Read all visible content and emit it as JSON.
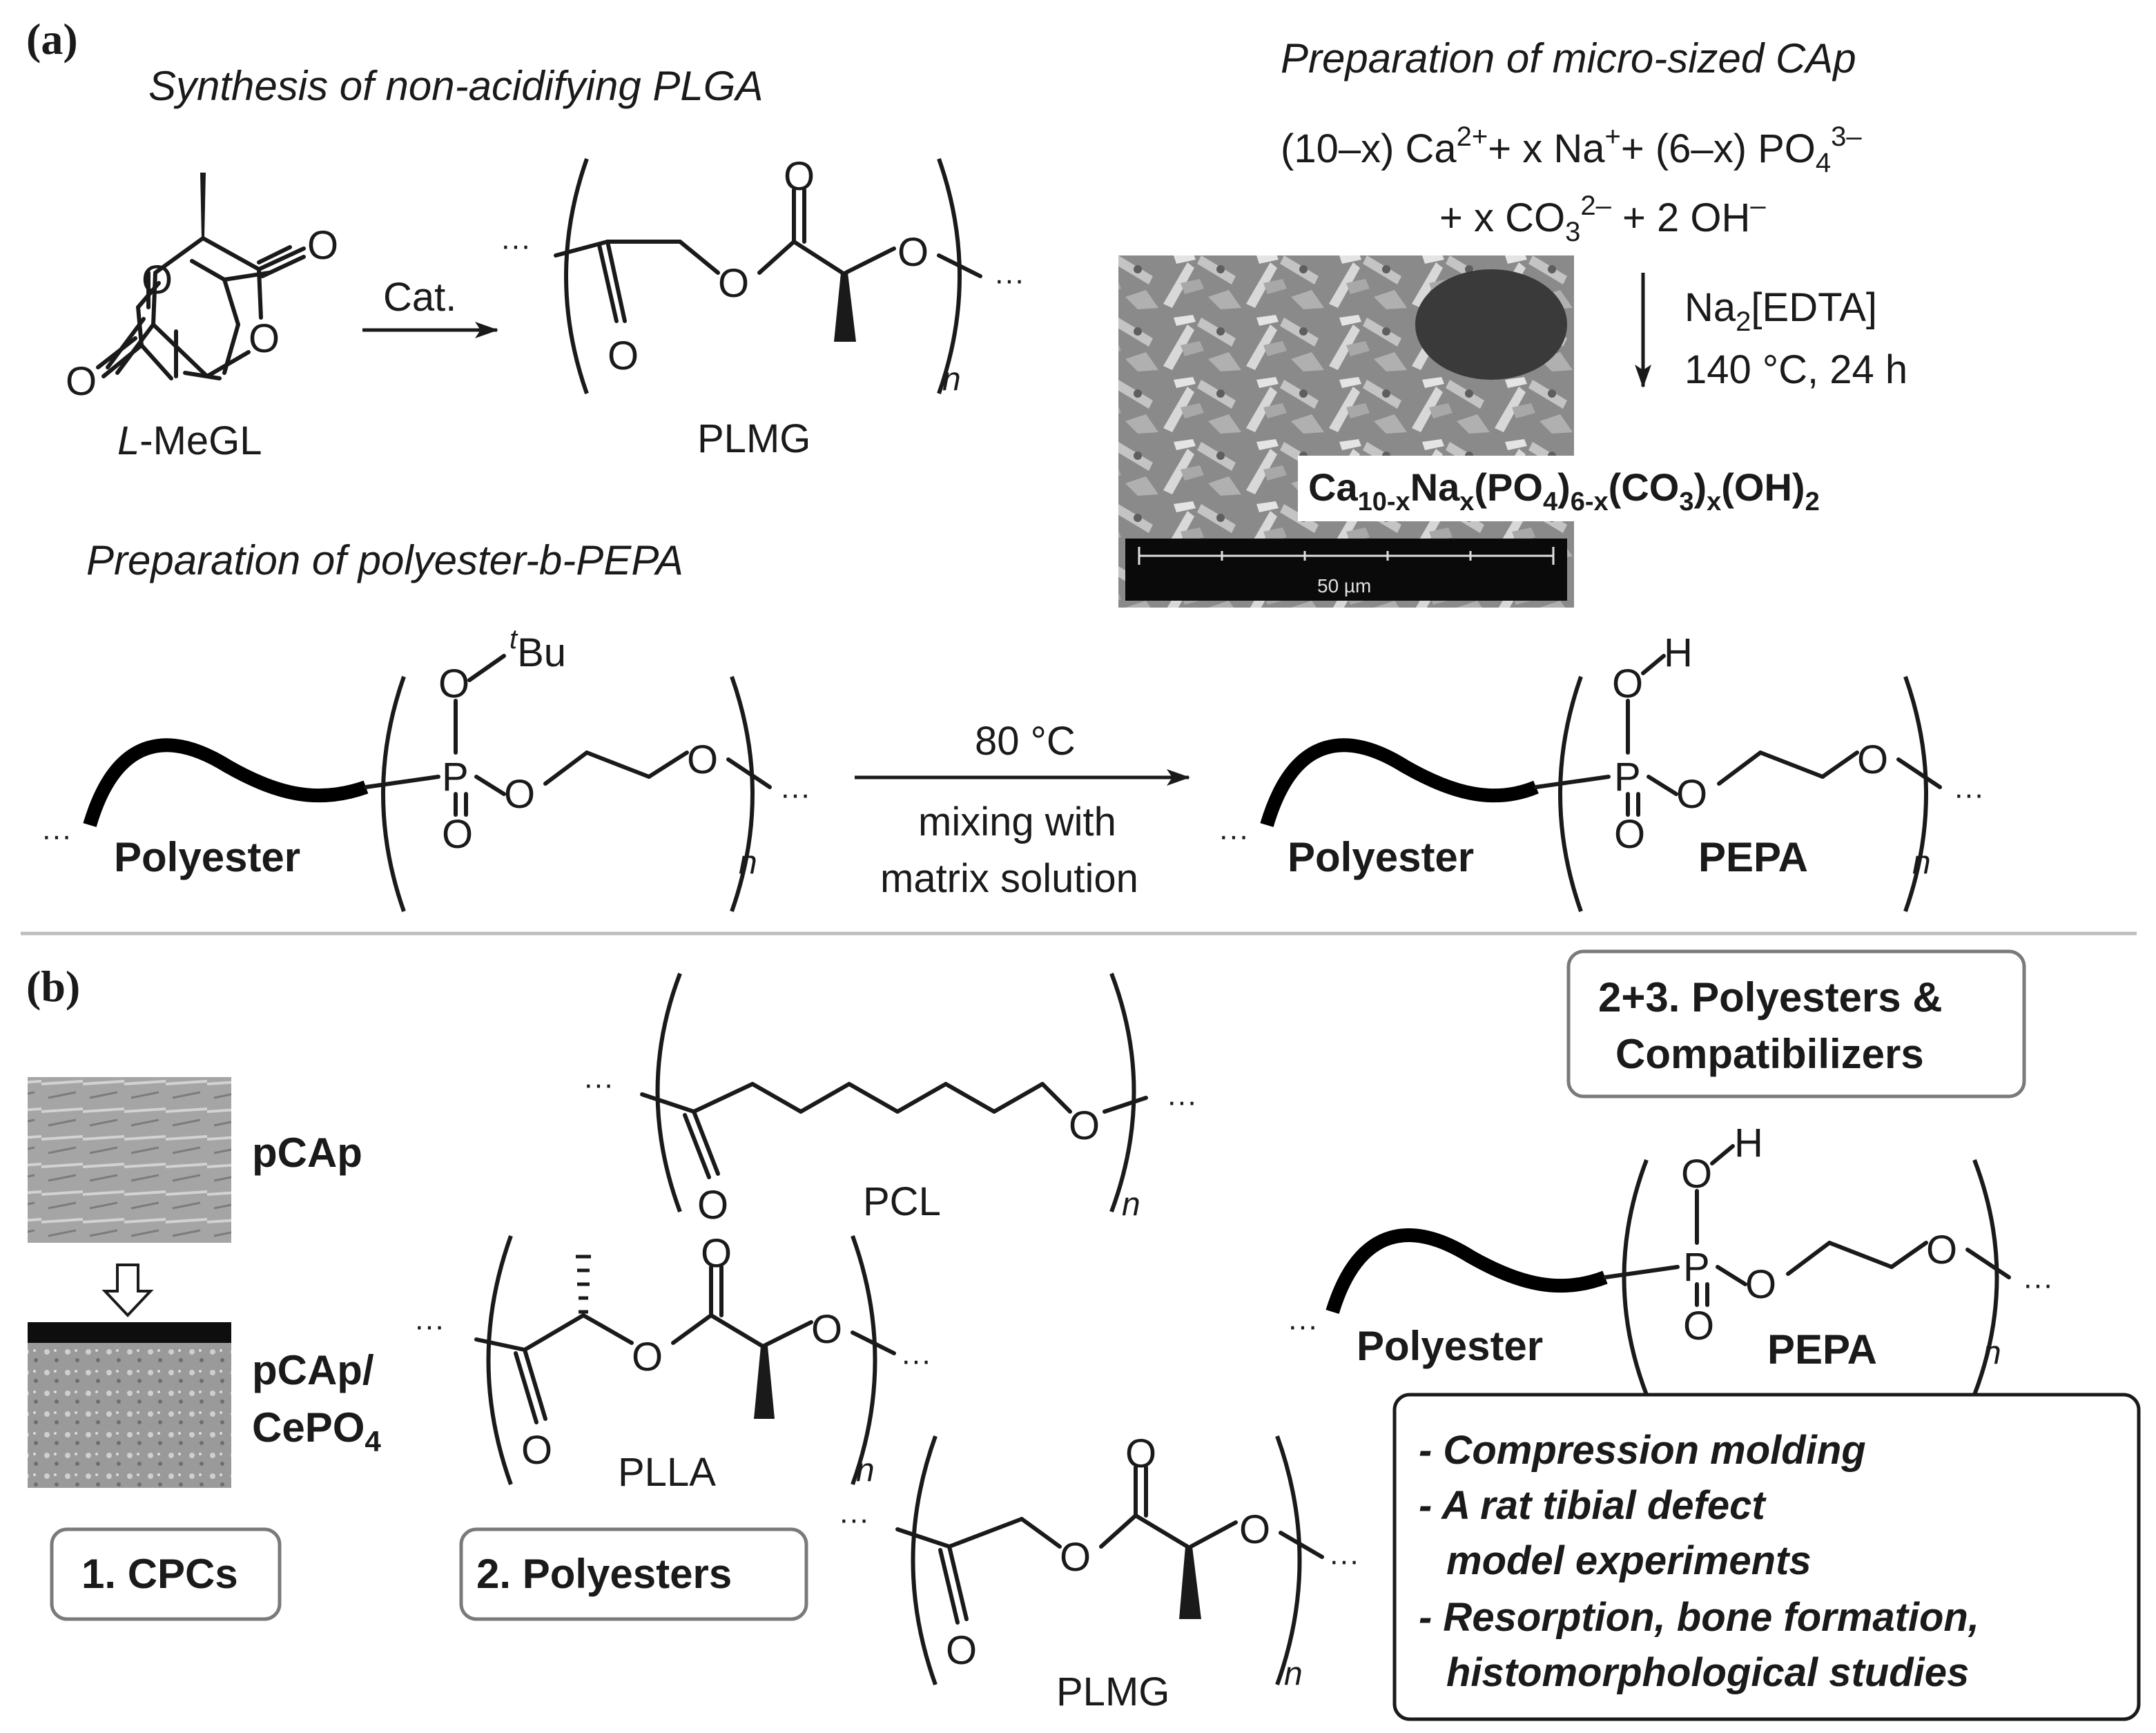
{
  "panel_a": {
    "label": "(a)",
    "plga": {
      "heading": "Synthesis of non-acidifying PLGA",
      "monomer_label": "L-MeGL",
      "monomer_label_italic_prefix": "L",
      "monomer_label_rest": "-MeGL",
      "catalyst_label": "Cat.",
      "polymer_label": "PLMG",
      "repeat_n": "n"
    },
    "cap": {
      "heading": "Preparation of micro-sized CAp",
      "equation_line1": "(10–x) Ca2++ x Na++ (6–x) PO43–",
      "equation_line2": "+ x CO32– + 2 OH–",
      "reagent": "Na2[EDTA]",
      "conditions": "140 °C, 24 h",
      "product_formula": "Ca10-xNax(PO4)6-x(CO3)x(OH)2",
      "scale_bar_label": "50 µm"
    },
    "pepa": {
      "heading": "Preparation of polyester-b-PEPA",
      "block_label": "Polyester",
      "tbu_label": "Bu",
      "tbu_prefix": "t",
      "arrow_top": "80 °C",
      "arrow_bottom_line1": "mixing with",
      "arrow_bottom_line2": "matrix solution",
      "product_block_label": "Polyester",
      "product_label": "PEPA",
      "hydroxyl_h": "H",
      "repeat_n": "n"
    }
  },
  "panel_b": {
    "label": "(b)",
    "cpc_top_label": "pCAp",
    "cpc_bottom_label_line1": "pCAp/",
    "cpc_bottom_label_line2": "CePO4",
    "box_cpcs": "1. CPCs",
    "box_polyesters": "2. Polyesters",
    "box_compat_line1": "2+3. Polyesters &",
    "box_compat_line2": "Compatibilizers",
    "pcl_label": "PCL",
    "plla_label": "PLLA",
    "plmg_label": "PLMG",
    "polyester_label": "Polyester",
    "pepa_label": "PEPA",
    "repeat_n": "n",
    "studies": [
      "- Compression molding",
      "- A rat tibial defect",
      "  model experiments",
      "- Resorption, bone formation,",
      "  histomorphological studies"
    ]
  },
  "atoms": {
    "O": "O",
    "P": "P",
    "H": "H",
    "dots": "···"
  }
}
